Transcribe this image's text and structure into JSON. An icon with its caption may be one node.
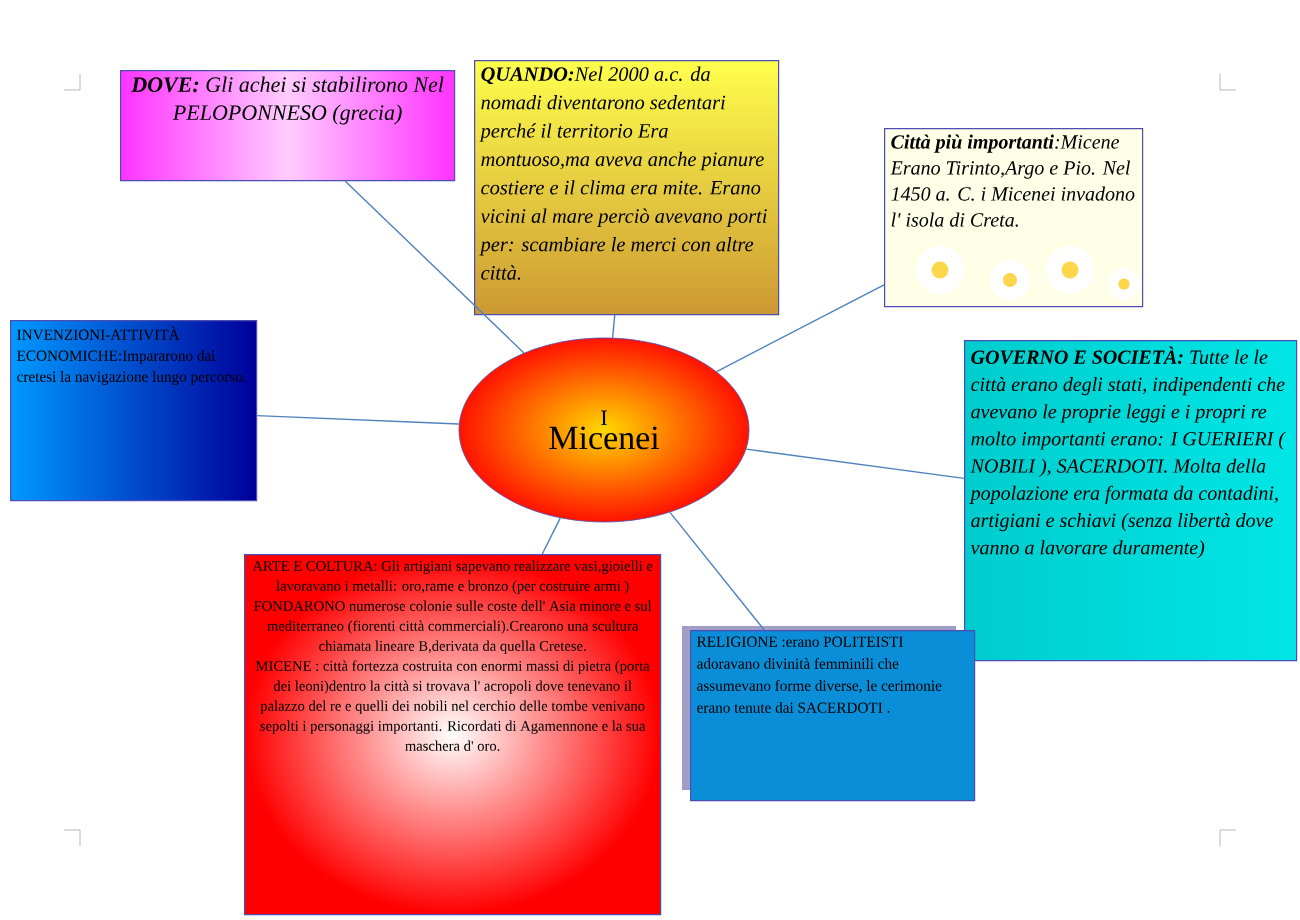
{
  "diagram": {
    "nodes": [
      {
        "text": [
          "I",
          "Micenei"
        ]
      },
      {
        "text": [
          "**DOVE:** Gli achei si stabilirono Nel PELOPONNESO (grecia)"
        ]
      },
      {
        "text": [
          "**QUANDO:**Nel 2000 a.c. da nomadi diventarono sedentari perché il territorio Era montuoso,ma aveva anche pianure costiere e il clima era mite. Erano vicini al mare perciò avevano porti per: scambiare le merci con altre città."
        ]
      },
      {
        "text": [
          "**Città più importanti**:Micene Erano Tirinto,Argo e Pio. Nel 1450 a. C. i Micenei invadono l' isola di Creta."
        ]
      },
      {
        "text": [
          "INVENZIONI-ATTIVITÀ ECONOMICHE:Impararono dai cretesi la navigazione lungo percorso."
        ]
      },
      {
        "text": [
          "**GOVERNO E SOCIETÀ:** Tutte le le città erano degli stati, indipendenti che avevano le proprie leggi e i propri re molto importanti erano: I GUERIERI ( NOBILI ), SACERDOTI. Molta della popolazione era formata da contadini, artigiani e schiavi (senza libertà dove vanno a lavorare duramente)"
        ]
      },
      {
        "text": [
          "ARTE E COLTURA: Gli artigiani sapevano realizzare vasi,gioielli e lavoravano i metalli: oro,rame e bronzo (per costruire armi ) FONDARONO numerose colonie sulle coste dell' Asia minore e sul mediterraneo (fiorenti città commerciali).Crearono una scultura chiamata lineare B,derivata da quella Cretese.",
          "MICENE : città fortezza costruita con enormi massi di pietra (porta dei leoni)dentro la città si trovava l' acropoli dove tenevano il palazzo del re e quelli dei nobili nel cerchio delle tombe venivano sepolti i personaggi importanti. Ricordati di Agamennone e la sua maschera d' oro."
        ]
      },
      {
        "text": [
          "RELIGIONE :erano POLITEISTI adoravano divinità femminili che assumevano forme diverse, le cerimonie erano tenute dai SACERDOTI ."
        ]
      }
    ],
    "edges": [
      {
        "from": 0,
        "to": 1,
        "arrow": "none"
      },
      {
        "from": 0,
        "to": 2,
        "arrow": "none"
      },
      {
        "from": 0,
        "to": 3,
        "arrow": "none"
      },
      {
        "from": 0,
        "to": 4,
        "arrow": "none"
      },
      {
        "from": 0,
        "to": 5,
        "arrow": "none"
      },
      {
        "from": 0,
        "to": 6,
        "arrow": "none"
      },
      {
        "from": 0,
        "to": 7,
        "arrow": "none"
      }
    ]
  }
}
